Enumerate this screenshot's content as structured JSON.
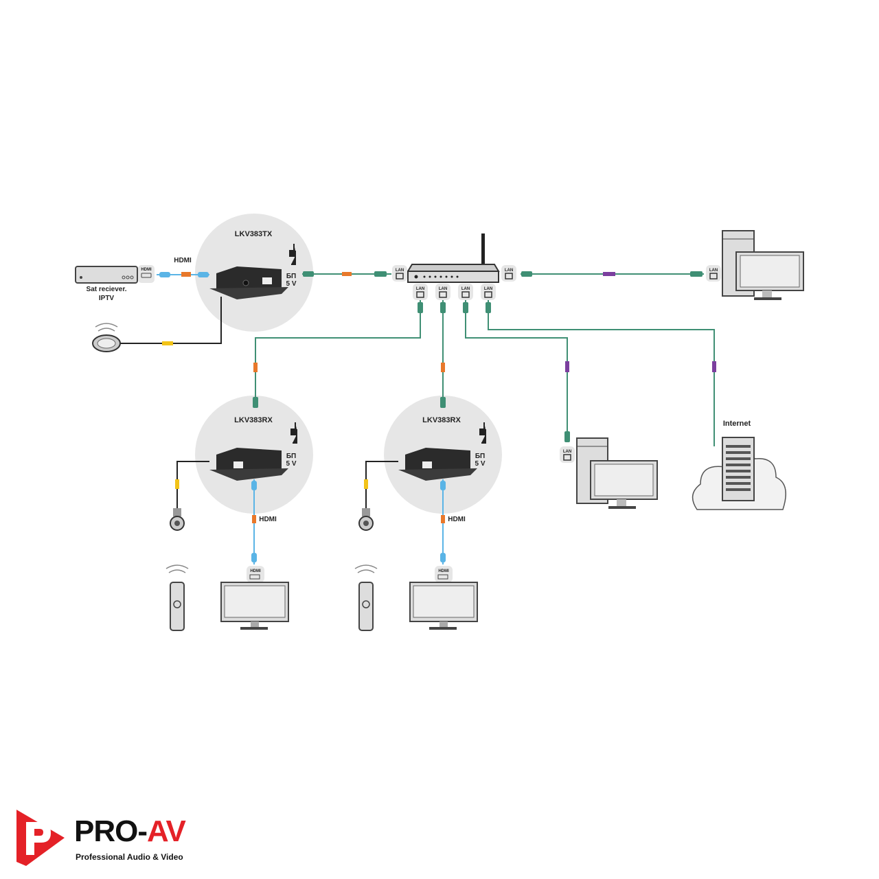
{
  "transmitter": {
    "model": "LKV383TX",
    "power_label": "БП",
    "power_voltage": "5 V"
  },
  "source": {
    "name": "Sat reciever.",
    "subtitle": "IPTV",
    "port": "HDMI"
  },
  "hdmi_label": "HDMI",
  "router": {
    "lan_label": "LAN"
  },
  "receivers": [
    {
      "model": "LKV383RX",
      "power_label": "БП",
      "power_voltage": "5 V",
      "hdmi_label": "HDMI",
      "tv_port": "HDMI"
    },
    {
      "model": "LKV383RX",
      "power_label": "БП",
      "power_voltage": "5 V",
      "hdmi_label": "HDMI",
      "tv_port": "HDMI"
    }
  ],
  "computers": [
    {
      "lan_label": "LAN"
    },
    {
      "lan_label": "LAN"
    }
  ],
  "internet_label": "Internet",
  "logo": {
    "name_main": "PRO-",
    "name_accent": "AV",
    "tagline": "Professional Audio & Video"
  },
  "colors": {
    "lan_cable": "#3f8f74",
    "hdmi_cable": "#5ab4e6",
    "accent": "#e42127",
    "bubble": "#e6e6e6"
  }
}
